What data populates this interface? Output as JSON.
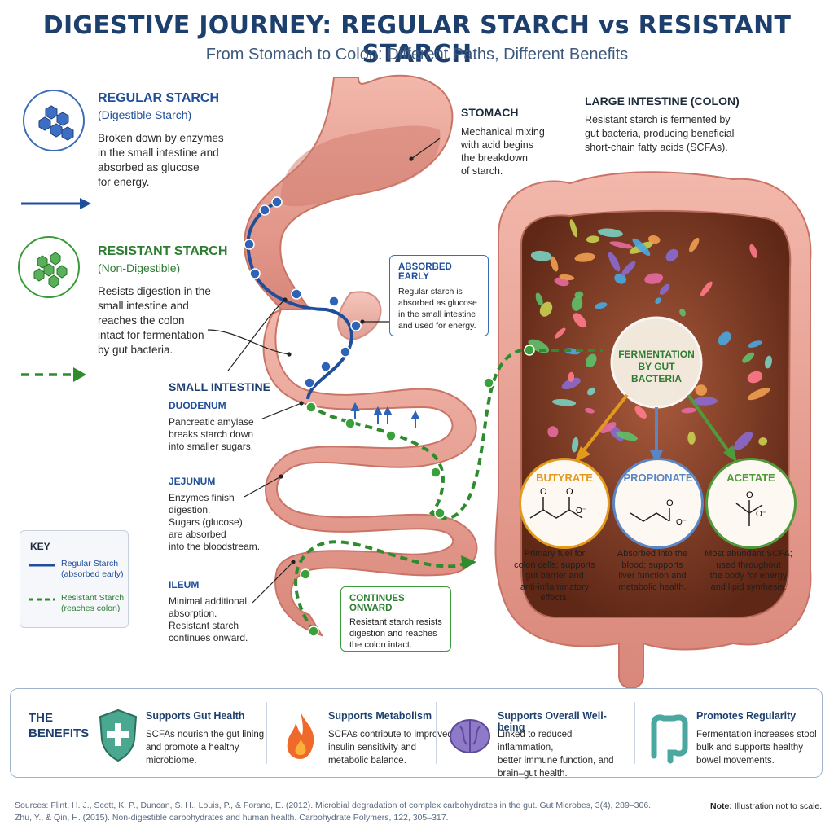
{
  "title": "DIGESTIVE JOURNEY: REGULAR STARCH vs RESISTANT STARCH",
  "subtitle": "From Stomach to Colon: Different Paths, Different Benefits",
  "regular_starch": {
    "heading": "REGULAR STARCH",
    "subheading": "(Digestible Starch)",
    "body": [
      "Broken down by enzymes",
      "in the small intestine and",
      "absorbed as glucose",
      "for energy."
    ]
  },
  "resistant_starch": {
    "heading": "RESISTANT STARCH",
    "subheading": "(Non-Digestible)",
    "body": [
      "Resists digestion in the",
      "small intestine and",
      "reaches the colon",
      "intact for fermentation",
      "by gut bacteria."
    ]
  },
  "stomach": {
    "heading": "STOMACH",
    "body": [
      "Mechanical mixing",
      "with acid begins",
      "the breakdown",
      "of starch."
    ]
  },
  "large_intestine": {
    "heading": "LARGE INTESTINE (COLON)",
    "body": [
      "Resistant starch is fermented by",
      "gut bacteria, producing beneficial",
      "short-chain fatty acids (SCFAs)."
    ]
  },
  "absorbed_early": {
    "heading": "ABSORBED EARLY",
    "body": [
      "Regular starch is",
      "absorbed as glucose",
      "in the small intestine",
      "and used for energy."
    ]
  },
  "small_intestine": {
    "heading": "SMALL INTESTINE",
    "duodenum": {
      "heading": "DUODENUM",
      "body": [
        "Pancreatic amylase",
        "breaks starch down",
        "into smaller sugars."
      ]
    },
    "jejunum": {
      "heading": "JEJUNUM",
      "body": [
        "Enzymes finish",
        "digestion.",
        "Sugars (glucose)",
        "are absorbed",
        "into the bloodstream."
      ]
    },
    "ileum": {
      "heading": "ILEUM",
      "body": [
        "Minimal additional",
        "absorption.",
        "Resistant starch",
        "continues onward."
      ]
    }
  },
  "key": {
    "heading": "KEY",
    "regular": [
      "Regular Starch",
      "(absorbed early)"
    ],
    "resistant": [
      "Resistant Starch",
      "(reaches colon)"
    ]
  },
  "continues_onward": {
    "heading": "CONTINUES ONWARD",
    "body": [
      "Resistant starch resists",
      "digestion and reaches",
      "the colon intact."
    ]
  },
  "fermentation": {
    "label": [
      "FERMENTATION",
      "BY GUT BACTERIA"
    ]
  },
  "scfas": [
    {
      "name": "BUTYRATE",
      "color": "#e39a1c",
      "atom": "O",
      "ion": "O⁻",
      "desc": [
        "Primary fuel for",
        "colon cells; supports",
        "gut barrier and",
        "anti-inflammatory",
        "effects."
      ]
    },
    {
      "name": "PROPIONATE",
      "color": "#5b86c4",
      "atom": "O",
      "ion": "O⁻",
      "desc": [
        "Absorbed into the",
        "blood; supports",
        "liver function and",
        "metabolic health."
      ]
    },
    {
      "name": "ACETATE",
      "color": "#4f9a3a",
      "atom": "O",
      "ion": "O⁻",
      "desc": [
        "Most abundant SCFA;",
        "used throughout",
        "the body for energy",
        "and lipid synthesis."
      ]
    }
  ],
  "benefits": {
    "heading": [
      "THE",
      "BENEFITS"
    ],
    "items": [
      {
        "icon": "shield-plus-icon",
        "title": "Supports Gut Health",
        "text": [
          "SCFAs nourish the gut lining",
          "and promote a healthy",
          "microbiome."
        ]
      },
      {
        "icon": "flame-icon",
        "title": "Supports Metabolism",
        "text": [
          "SCFAs contribute to improved",
          "insulin sensitivity and",
          "metabolic balance."
        ]
      },
      {
        "icon": "brain-icon",
        "title": "Supports Overall Well-being",
        "text": [
          "Linked to reduced inflammation,",
          "better immune function, and",
          "brain–gut health."
        ]
      },
      {
        "icon": "colon-icon",
        "title": "Promotes Regularity",
        "text": [
          "Fermentation increases stool",
          "bulk and supports healthy",
          "bowel movements."
        ]
      }
    ]
  },
  "sources": [
    "Sources: Flint, H. J., Scott, K. P., Duncan, S. H., Louis, P., & Forano, E. (2012). Microbial degradation of complex carbohydrates in the gut. Gut Microbes, 3(4), 289–306.",
    "Zhu, Y., & Qin, H. (2015). Non-digestible carbohydrates and human health. Carbohydrate Polymers, 122, 305–317."
  ],
  "note": {
    "label": "Note:",
    "text": "Illustration not to scale."
  },
  "colors": {
    "regular": "#1f4e9a",
    "resistant": "#2e8b2e",
    "tissue": "#e8a398",
    "lumen": "#7a3b28"
  }
}
